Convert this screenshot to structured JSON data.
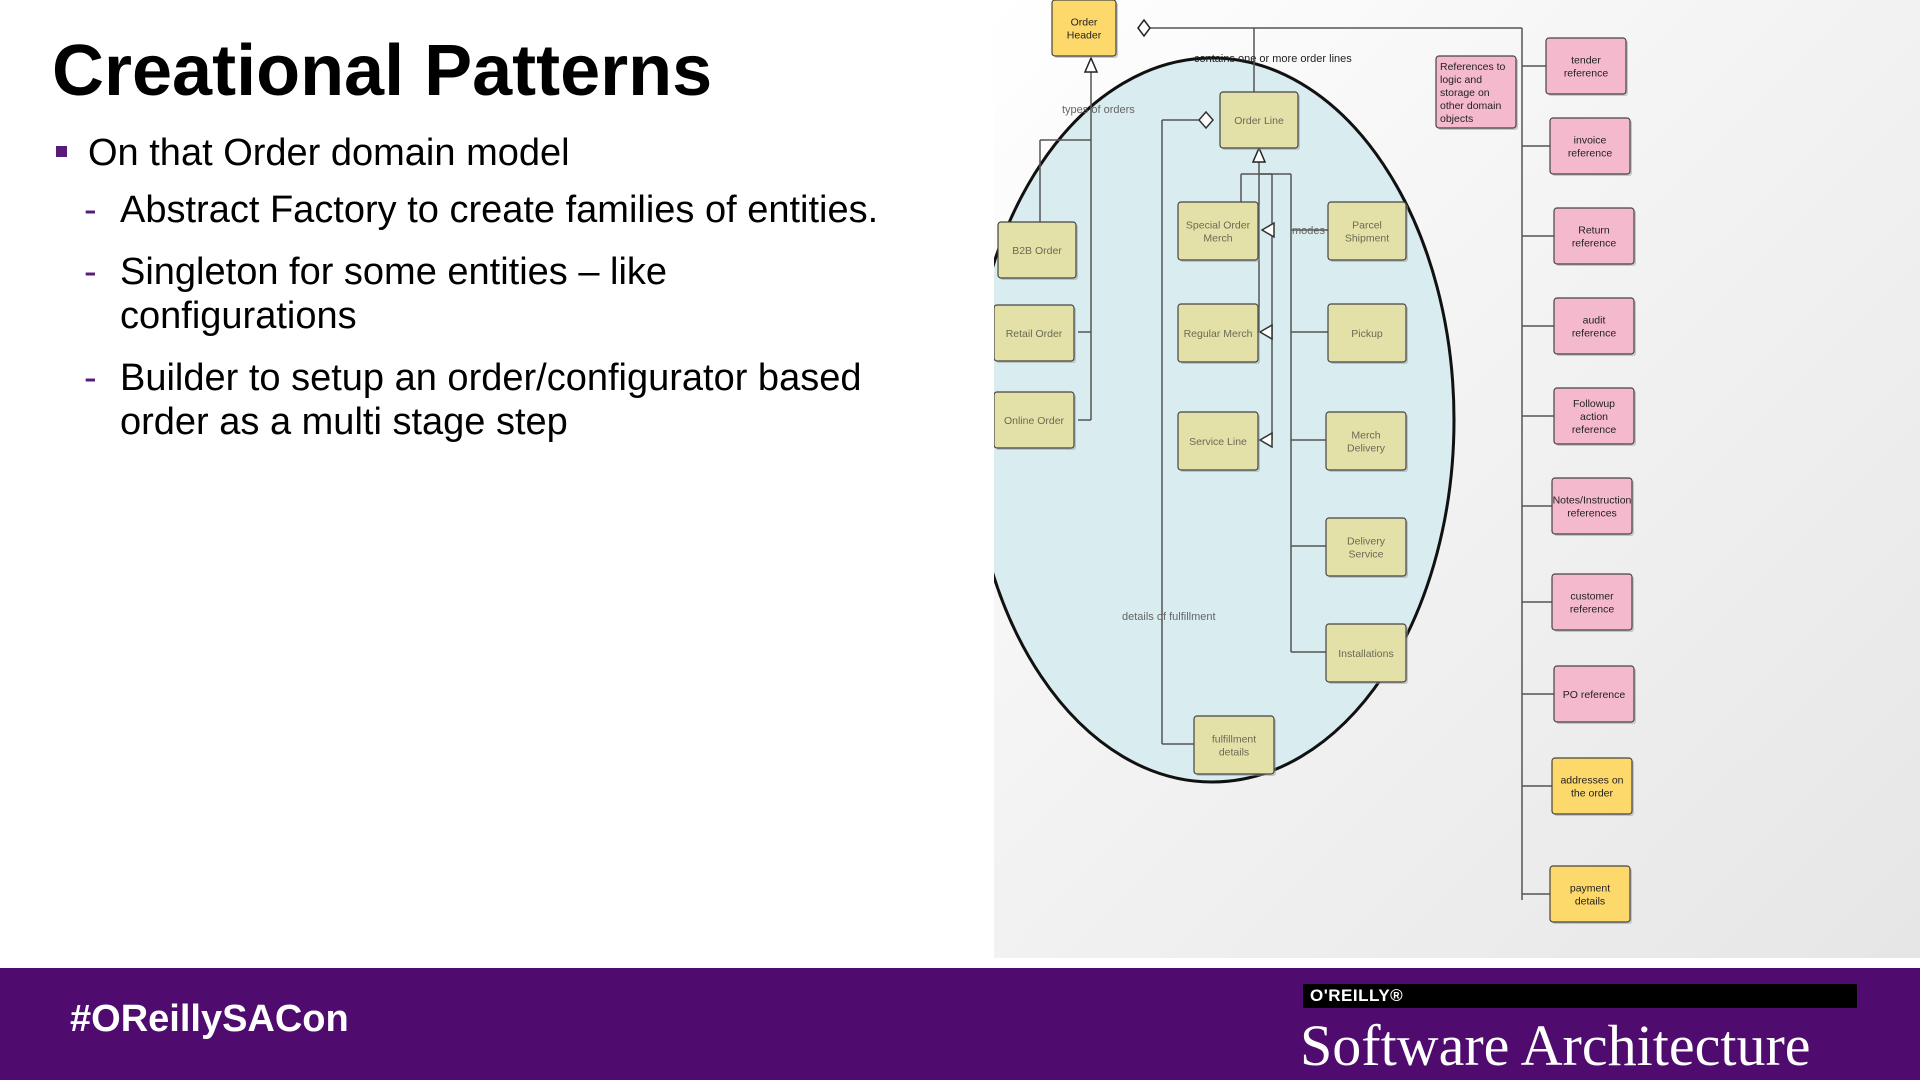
{
  "slide": {
    "title": "Creational Patterns",
    "bullet": "On that Order domain model",
    "subbullets": [
      "Abstract Factory to create families of entities.",
      "Singleton for some entities – like configurations",
      "Builder to setup an order/configurator based order as a multi stage step"
    ]
  },
  "diagram": {
    "colors": {
      "yellow": "#fdd86a",
      "pink": "#f5b9cd",
      "khaki": "#e3e0a8",
      "ellipse": "#d9ecef"
    },
    "boxes": [
      {
        "id": "order-header",
        "label": "Order Header",
        "color": "yellow"
      },
      {
        "id": "order-line",
        "label": "Order Line",
        "color": "khaki"
      },
      {
        "id": "b2b-order",
        "label": "B2B Order",
        "color": "khaki"
      },
      {
        "id": "retail-order",
        "label": "Retail Order",
        "color": "khaki"
      },
      {
        "id": "online-order",
        "label": "Online Order",
        "color": "khaki"
      },
      {
        "id": "special-order-merch",
        "label": "Special Order Merch",
        "color": "khaki"
      },
      {
        "id": "regular-merch",
        "label": "Regular Merch",
        "color": "khaki"
      },
      {
        "id": "service-line",
        "label": "Service Line",
        "color": "khaki"
      },
      {
        "id": "parcel-shipment",
        "label": "Parcel Shipment",
        "color": "khaki"
      },
      {
        "id": "pickup",
        "label": "Pickup",
        "color": "khaki"
      },
      {
        "id": "merch-delivery",
        "label": "Merch Delivery",
        "color": "khaki"
      },
      {
        "id": "delivery-service",
        "label": "Delivery Service",
        "color": "khaki"
      },
      {
        "id": "installations",
        "label": "Installations",
        "color": "khaki"
      },
      {
        "id": "fulfillment-details",
        "label": "fulfillment details",
        "color": "khaki"
      },
      {
        "id": "references-note",
        "label": "References to logic and storage on other domain objects",
        "color": "pink"
      },
      {
        "id": "tender-reference",
        "label": "tender reference",
        "color": "pink"
      },
      {
        "id": "invoice-reference",
        "label": "invoice reference",
        "color": "pink"
      },
      {
        "id": "return-reference",
        "label": "Return reference",
        "color": "pink"
      },
      {
        "id": "audit-reference",
        "label": "audit reference",
        "color": "pink"
      },
      {
        "id": "followup-reference",
        "label": "Followup action reference",
        "color": "pink"
      },
      {
        "id": "notes-references",
        "label": "Notes/Instruction references",
        "color": "pink"
      },
      {
        "id": "customer-reference",
        "label": "customer reference",
        "color": "pink"
      },
      {
        "id": "po-reference",
        "label": "PO reference",
        "color": "pink"
      },
      {
        "id": "addresses-on-order",
        "label": "addresses on the order",
        "color": "yellow"
      },
      {
        "id": "payment-details",
        "label": "payment details",
        "color": "yellow"
      }
    ],
    "edge_labels": {
      "contains": "contains one or more order lines",
      "types": "types of orders",
      "modes": "modes",
      "details": "details of fulfillment"
    }
  },
  "footer": {
    "hashtag": "#OReillySACon",
    "brand_top": "O'REILLY®",
    "brand_title": "Software Architecture"
  }
}
